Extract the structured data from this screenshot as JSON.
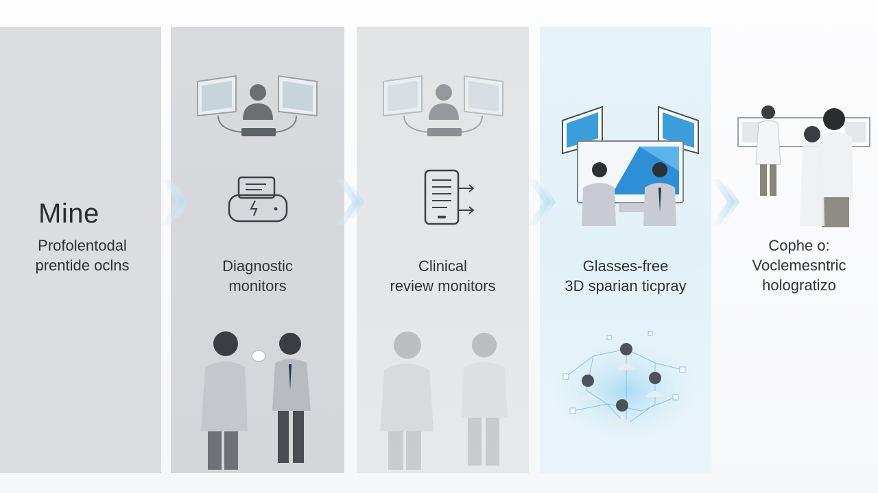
{
  "stages": [
    {
      "id": "stage-1",
      "title_big": "Mine",
      "title_lines": [
        "Profolentodal",
        "prentide oclns"
      ]
    },
    {
      "id": "stage-2",
      "title_lines": [
        "Diagnostic",
        "monitors"
      ]
    },
    {
      "id": "stage-3",
      "title_lines": [
        "Clinical",
        "review monitors"
      ]
    },
    {
      "id": "stage-4",
      "title_lines": [
        "Glasses-free",
        "3D sparian ticpray"
      ]
    },
    {
      "id": "stage-5",
      "title_lines": [
        "Cophe o:",
        "Voclemesntric",
        "hologratizo"
      ]
    }
  ],
  "icons": [
    "monitor-pair-icon",
    "person-silhouette-icon",
    "display-unit-icon",
    "device-connect-icon",
    "document-export-icon",
    "doctors-discussing-icon",
    "holographic-network-icon",
    "3d-display-icon",
    "arrow-chevron-icon"
  ],
  "colors": {
    "panel_grey": "#dcdddf",
    "panel_blue": "#e6f3f9",
    "accent_blue": "#3a9edb",
    "chevron": "#cfe6f3",
    "text": "#2f3236"
  }
}
